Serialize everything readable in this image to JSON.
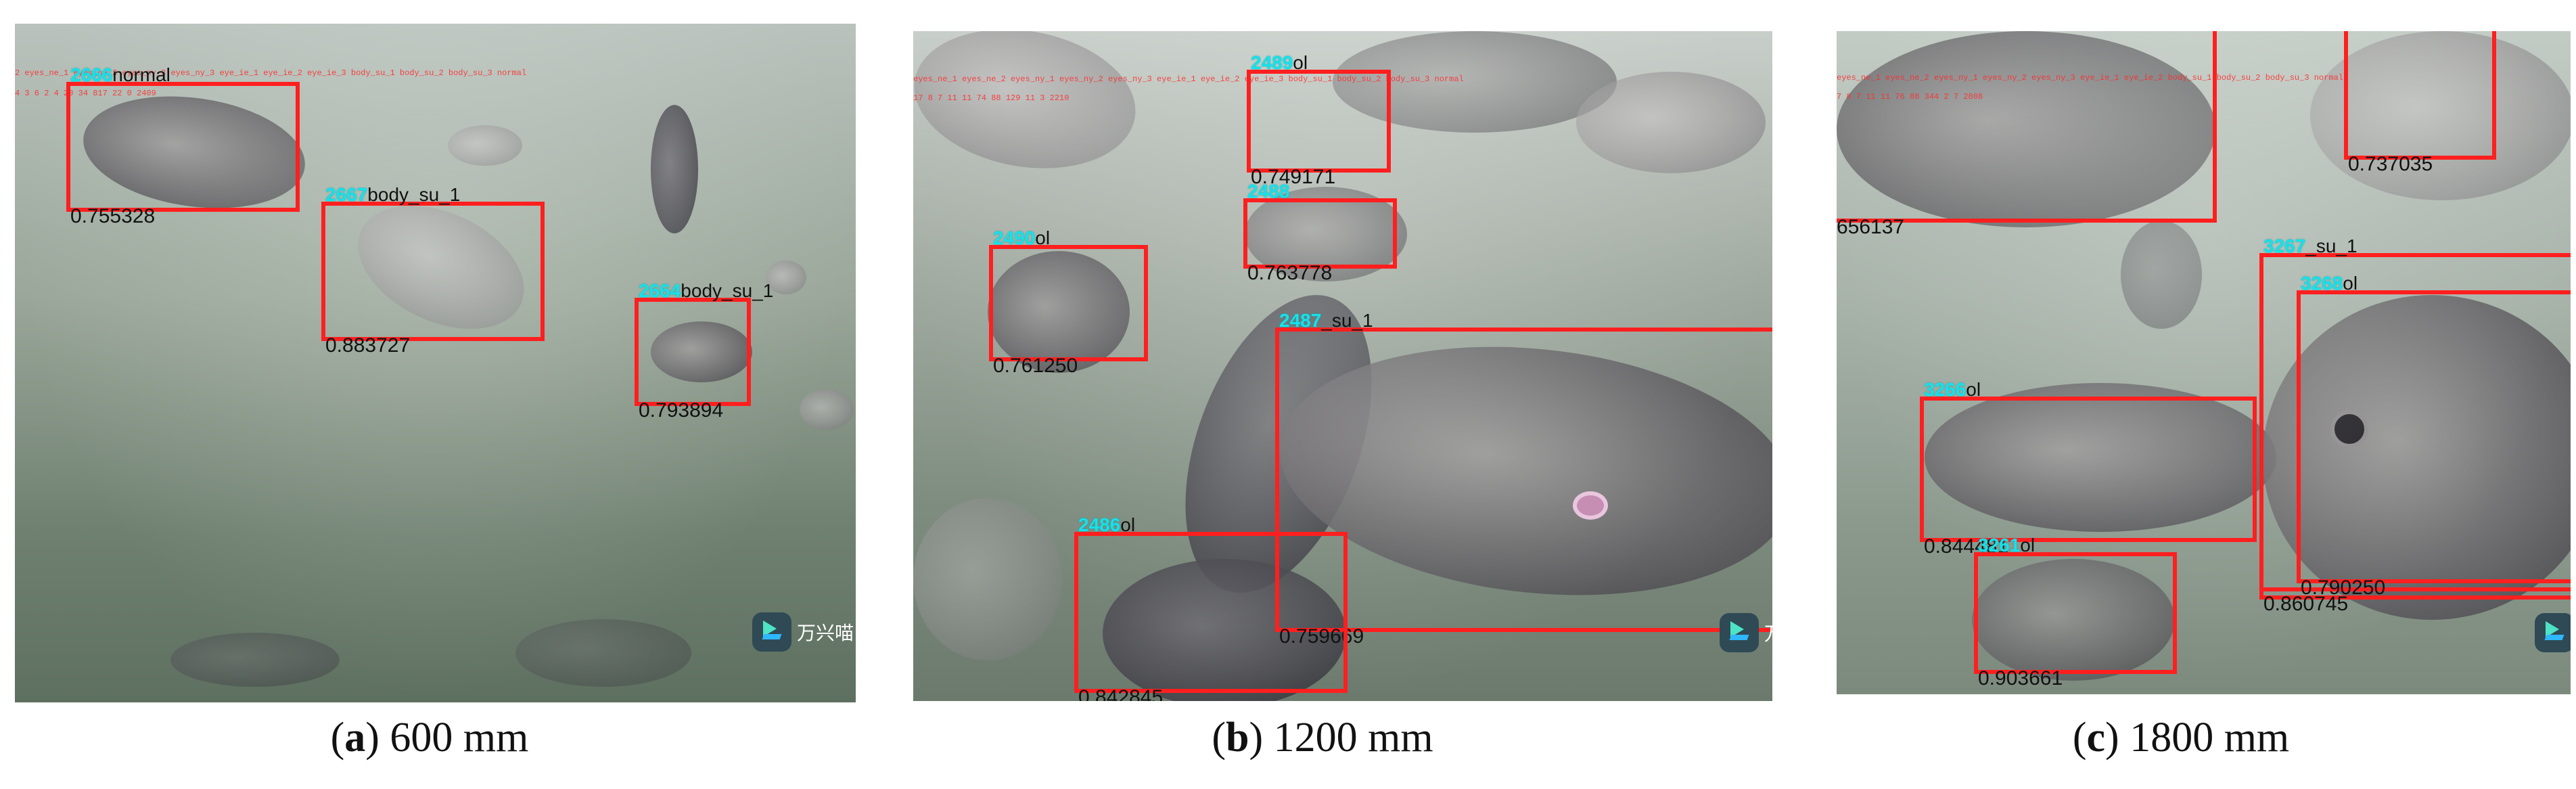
{
  "panels": [
    {
      "letter": "a",
      "caption_text": " 600 mm",
      "header_labels": "2 eyes_ne_1   eyes_ne_2   eyes_ny_3   eyes_ny_3   eye_ie_1   eye_ie_2   eye_ie_3   body_su_1   body_su_2   body_su_3   normal",
      "header_values": "4          3          6          2          4          20          34          817          22          0          2409",
      "detections": [
        {
          "id": "2666",
          "cls": "normal",
          "score": "0.755328"
        },
        {
          "id": "2667",
          "cls": "body_su_1",
          "score": "0.883727"
        },
        {
          "id": "2664",
          "cls": "body_su_1",
          "score": "0.793894"
        }
      ],
      "watermark": "万兴喵"
    },
    {
      "letter": "b",
      "caption_text": " 1200 mm",
      "header_labels": "eyes_ne_1   eyes_ne_2   eyes_ny_1   eyes_ny_2   eyes_ny_3   eye_ie_1   eye_ie_2   eye_ie_3   body_su_1   body_su_2   body_su_3   normal",
      "header_values": "17          8          7          11          11          74          88          129          11          3          2210",
      "detections": [
        {
          "id": "2489",
          "cls": "ol",
          "score": "0.749171"
        },
        {
          "id": "2488",
          "cls": "",
          "score": "0.763778"
        },
        {
          "id": "2490",
          "cls": "ol",
          "score": "0.761250"
        },
        {
          "id": "2487",
          "cls": "_su_1",
          "score": "0.759669"
        },
        {
          "id": "2486",
          "cls": "ol",
          "score": "0.842845"
        }
      ],
      "watermark": "万兴"
    },
    {
      "letter": "c",
      "caption_text": " 1800 mm",
      "header_labels": "eyes_ne_1   eyes_ne_2   eyes_ny_1   eyes_ny_2   eyes_ny_3   eye_ie_1   eye_ie_2   body_su_1   body_su_2   body_su_3   normal",
      "header_values": "7          8          7          11          11          76          88          344          2          7          2808",
      "detections": [
        {
          "id": "",
          "cls": "",
          "score": "0.737035"
        },
        {
          "id": "",
          "cls": "",
          "score": "656137"
        },
        {
          "id": "3267",
          "cls": "_su_1",
          "score": ""
        },
        {
          "id": "3268",
          "cls": "ol",
          "score": "0.790250"
        },
        {
          "id": "3266",
          "cls": "ol",
          "score": "0.844481"
        },
        {
          "id": "",
          "cls": "",
          "score": "0.860745"
        },
        {
          "id": "3261",
          "cls": "ol",
          "score": "0.903661"
        }
      ],
      "watermark": ""
    }
  ],
  "colors": {
    "box": "#ff1f1f",
    "id_label": "#19e0ea"
  }
}
